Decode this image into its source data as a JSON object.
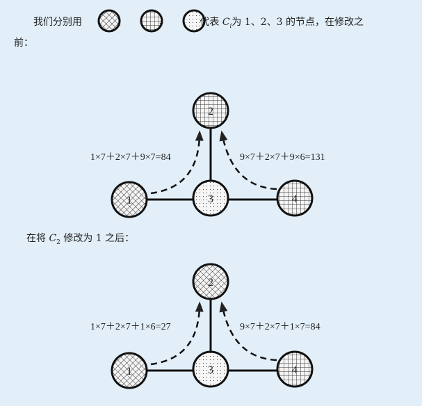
{
  "intro": {
    "prefix": "我们分别用",
    "sep1": "、",
    "sep2": "、",
    "suffix_pre": "代表 ",
    "var": "C",
    "var_sub": "i",
    "suffix": "为 1、2、3 的节点，在修改之",
    "line2": "前："
  },
  "middle": {
    "prefix": "在将 ",
    "var": "C",
    "var_sub": "2",
    "suffix": " 修改为 1 之后："
  },
  "diagram_before": {
    "nodes": [
      {
        "label": "1",
        "value": 1
      },
      {
        "label": "2",
        "value": 2
      },
      {
        "label": "3",
        "value": 3
      },
      {
        "label": "4",
        "value": 2
      }
    ],
    "left_formula": "1×7＋2×7＋9×7=84",
    "right_formula": "9×7＋2×7＋9×6=131"
  },
  "diagram_after": {
    "nodes": [
      {
        "label": "1",
        "value": 1
      },
      {
        "label": "2",
        "value": 1
      },
      {
        "label": "3",
        "value": 3
      },
      {
        "label": "4",
        "value": 2
      }
    ],
    "left_formula": "1×7＋2×7＋1×6=27",
    "right_formula": "9×7＋2×7＋1×7=84"
  }
}
